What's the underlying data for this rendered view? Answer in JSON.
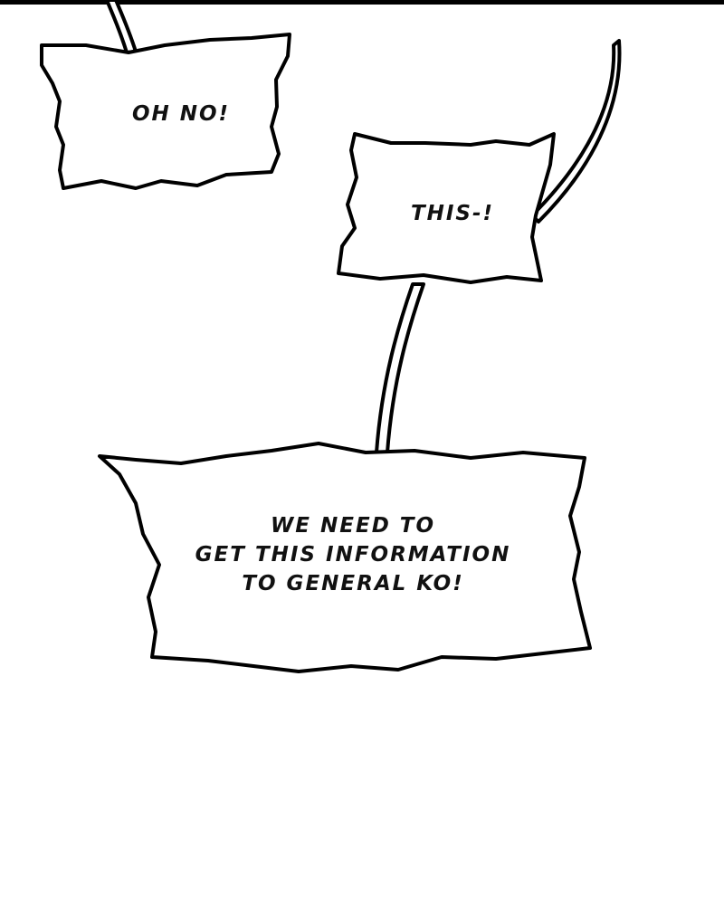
{
  "panel": {
    "colors": {
      "background": "#ffffff",
      "ink": "#000000"
    },
    "bubbles": [
      {
        "text": "OH NO!"
      },
      {
        "text": "THIS-!"
      },
      {
        "lines": [
          "WE NEED TO",
          "GET THIS INFORMATION",
          "TO GENERAL KO!"
        ]
      }
    ]
  }
}
